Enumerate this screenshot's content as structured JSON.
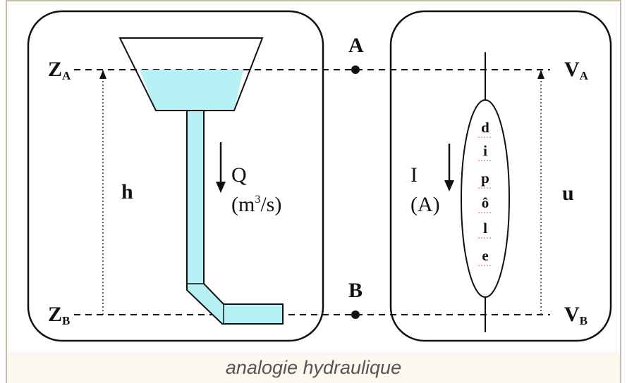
{
  "caption": "analogie hydraulique",
  "hydraulic": {
    "level_top": {
      "base": "Z",
      "sub": "A"
    },
    "level_bottom": {
      "base": "Z",
      "sub": "B"
    },
    "height": "h",
    "flow": "Q",
    "flow_unit": {
      "before": "(m",
      "sup": "3",
      "after": "/s)"
    }
  },
  "points": {
    "top": "A",
    "bottom": "B"
  },
  "electrical": {
    "potential_top": {
      "base": "V",
      "sub": "A"
    },
    "potential_bottom": {
      "base": "V",
      "sub": "B"
    },
    "voltage": "u",
    "current": "I",
    "current_unit": "(A)",
    "dipole_letters": [
      "d",
      "i",
      "p",
      "ô",
      "l",
      "e"
    ]
  },
  "colors": {
    "water": "#b6f1f6",
    "line": "#111111",
    "caption_bg": "#fbf8ef"
  }
}
